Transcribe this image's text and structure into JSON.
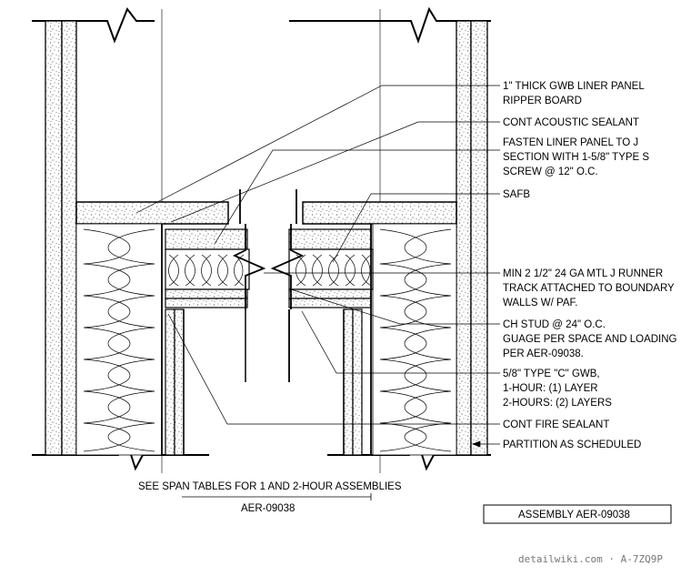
{
  "callouts": [
    {
      "lines": [
        "1\" THICK GWB LINER PANEL",
        "RIPPER BOARD"
      ]
    },
    {
      "lines": [
        "CONT ACOUSTIC SEALANT"
      ]
    },
    {
      "lines": [
        "FASTEN LINER PANEL TO J",
        "SECTION WITH 1-5/8\" TYPE S",
        "SCREW @ 12\" O.C."
      ]
    },
    {
      "lines": [
        "SAFB"
      ]
    },
    {
      "lines": [
        "MIN 2 1/2\" 24 GA MTL J RUNNER",
        "TRACK ATTACHED TO BOUNDARY",
        "WALLS W/ PAF."
      ]
    },
    {
      "lines": [
        "CH STUD @ 24\" O.C.",
        "GUAGE PER SPACE AND LOADING",
        "PER AER-09038."
      ]
    },
    {
      "lines": [
        "5/8\" TYPE \"C\" GWB,",
        "1-HOUR: (1) LAYER",
        "2-HOURS: (2) LAYERS"
      ]
    },
    {
      "lines": [
        "CONT FIRE SEALANT"
      ]
    },
    {
      "lines": [
        "PARTITION AS SCHEDULED"
      ]
    }
  ],
  "span_note": "SEE SPAN TABLES FOR 1 AND 2-HOUR ASSEMBLIES",
  "span_ref": "AER-09038",
  "assembly_label": "ASSEMBLY AER-09038",
  "watermark": "detailwiki.com · A-7ZQ9P",
  "colors": {
    "line": "#000000",
    "stipple": "#555555",
    "watermark": "#777777"
  }
}
